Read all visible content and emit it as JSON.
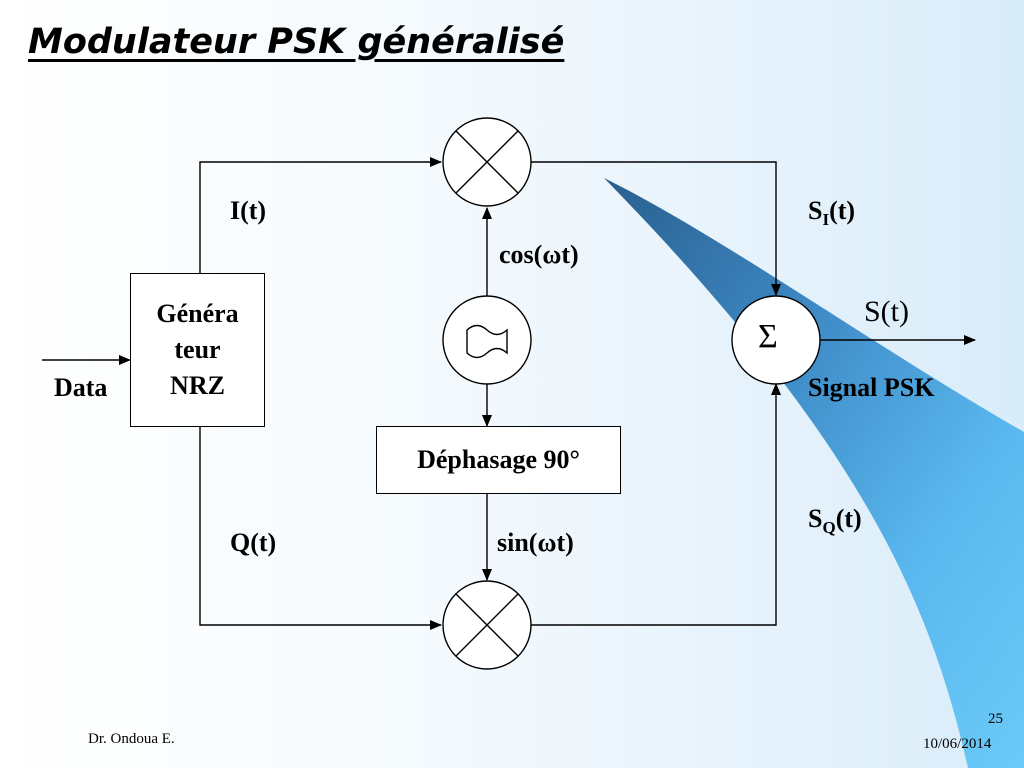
{
  "title": "Modulateur PSK généralisé",
  "blocks": {
    "generator": [
      "Généra",
      "teur",
      "NRZ"
    ],
    "phase_shift": "Déphasage 90°",
    "oscillator_symbol": "~",
    "summer_symbol": "Σ"
  },
  "labels": {
    "data_in": "Data",
    "i_branch": "I(t)",
    "q_branch": "Q(t)",
    "cos": "cos(ωt)",
    "sin": "sin(ωt)",
    "si": {
      "base": "S",
      "sub": "I",
      "rest": "(t)"
    },
    "sq": {
      "base": "S",
      "sub": "Q",
      "rest": "(t)"
    },
    "output": "S(t)",
    "output_name": "Signal PSK"
  },
  "footer": {
    "author": "Dr. Ondoua E.",
    "slide_number": "25",
    "date": "10/06/2014"
  },
  "colors": {
    "ribbon_dark": "#2f6fa6",
    "ribbon_light": "#63c4f6",
    "line": "#000000"
  }
}
